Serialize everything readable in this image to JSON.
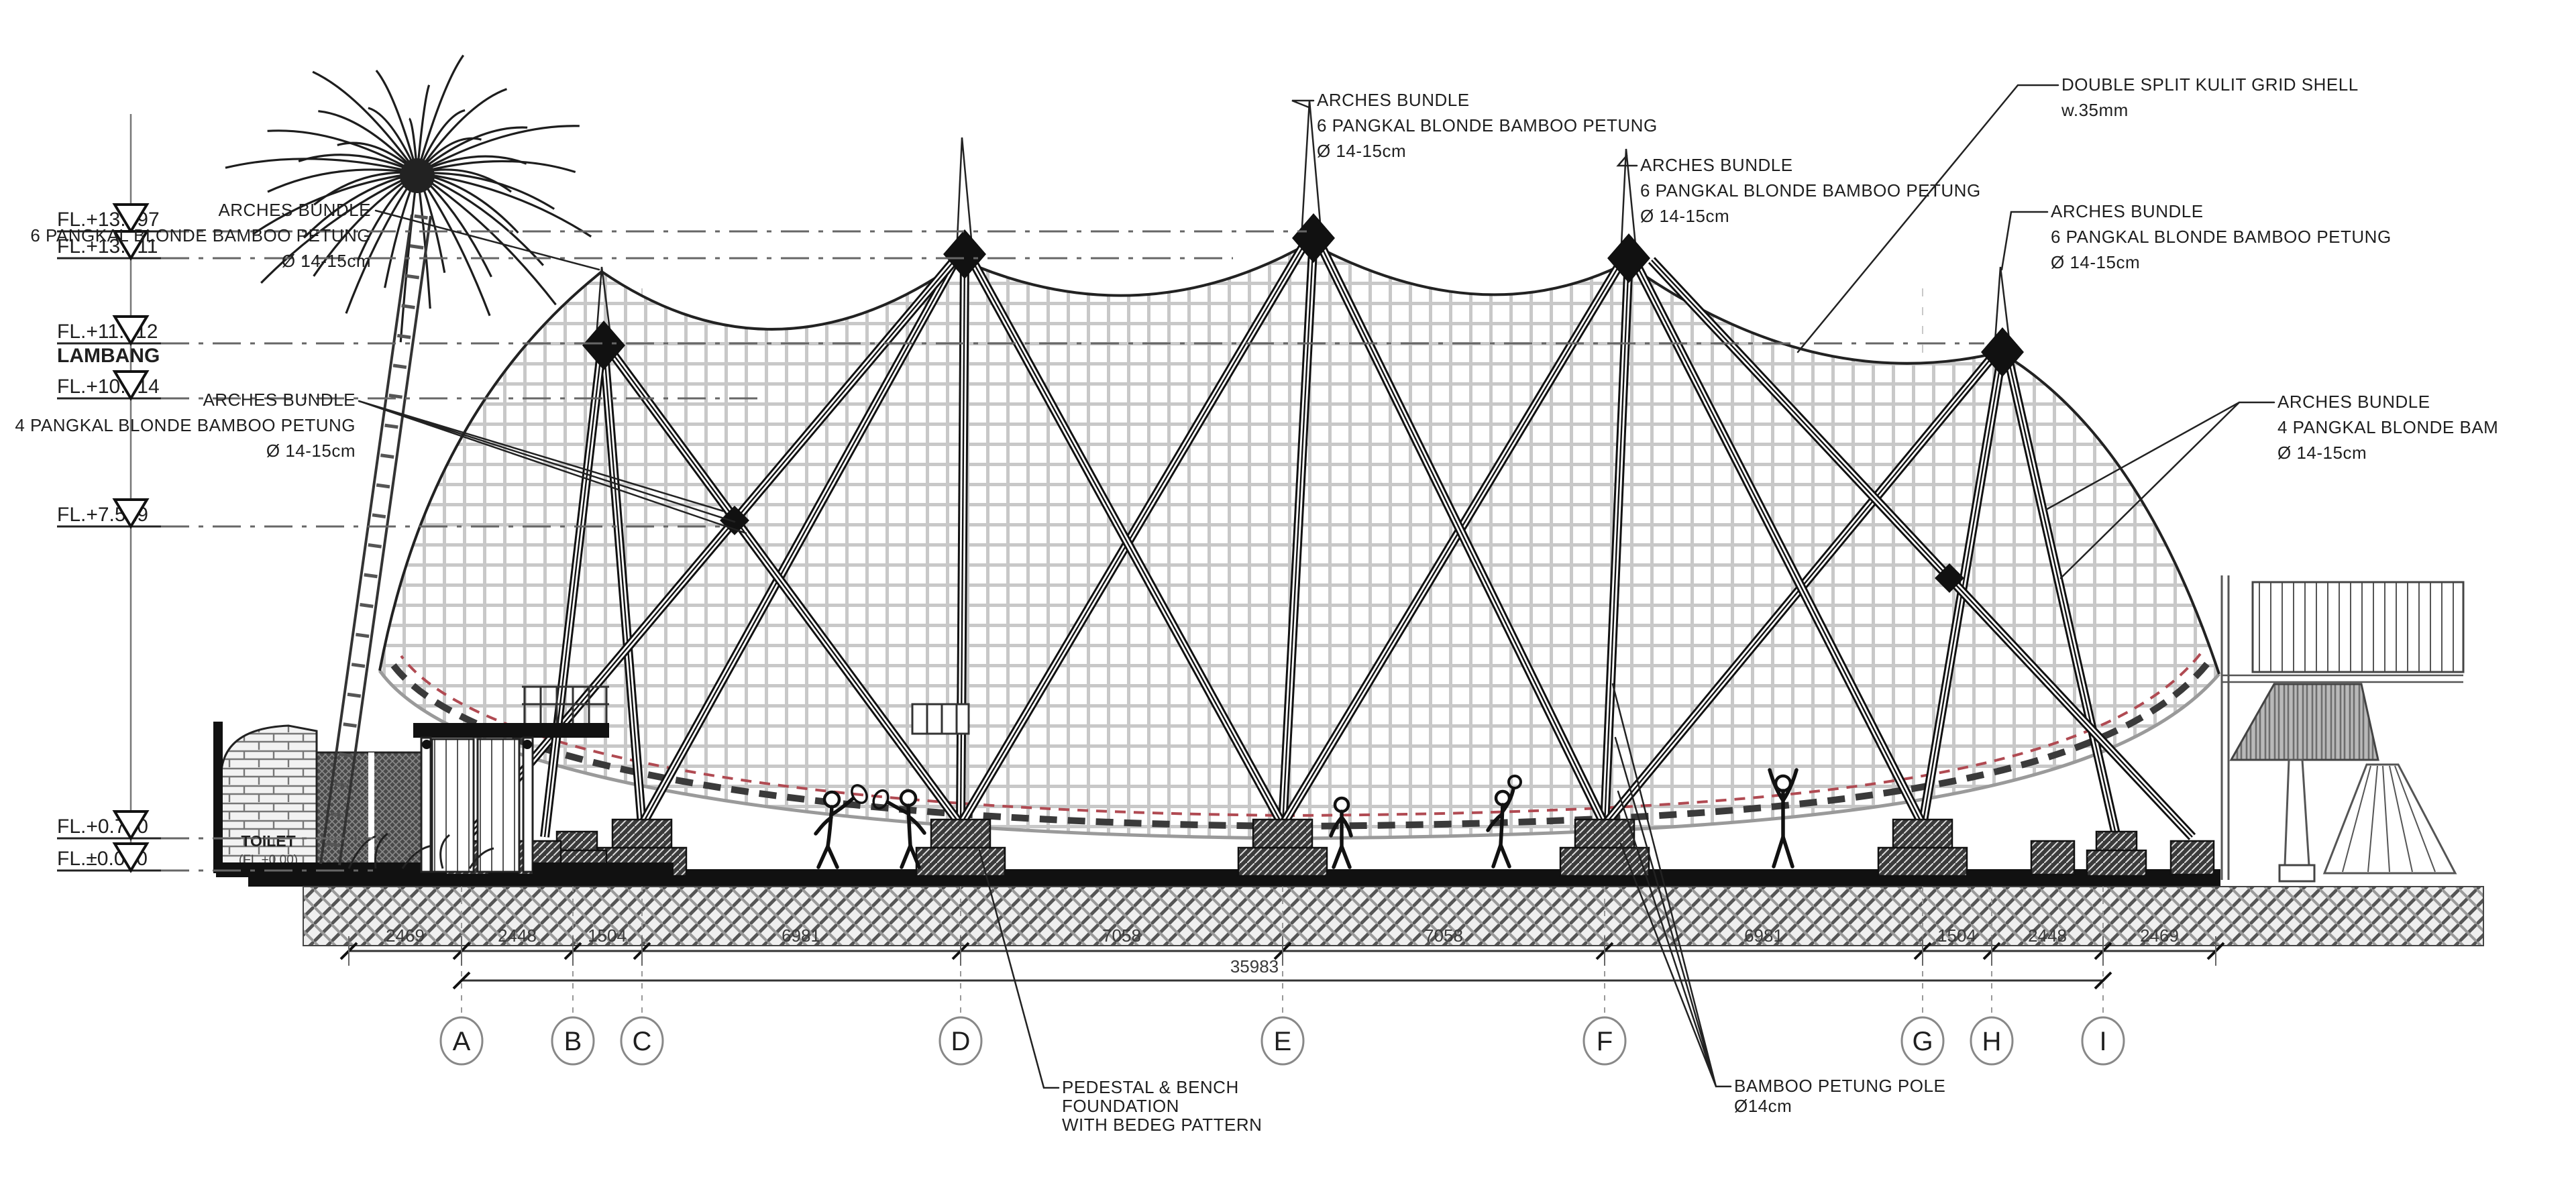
{
  "drawing_type": "bamboo gridshell pavilion section elevation",
  "levels": [
    {
      "label": "FL.+13.997"
    },
    {
      "label": "FL.+13.411"
    },
    {
      "label": "FL.+11.512",
      "sublabel": "LAMBANG"
    },
    {
      "label": "FL.+10.314"
    },
    {
      "label": "FL.+7.529"
    },
    {
      "label": "FL.+0.700"
    },
    {
      "label": "FL.±0.000"
    }
  ],
  "callouts": {
    "arches6_left": {
      "line1": "ARCHES BUNDLE",
      "line2": "6 PANGKAL BLONDE BAMBOO PETUNG",
      "line3": "Ø 14-15cm"
    },
    "arches6_top": {
      "line1": "ARCHES BUNDLE",
      "line2": "6 PANGKAL BLONDE BAMBOO PETUNG",
      "line3": "Ø 14-15cm"
    },
    "arches6_mid": {
      "line1": "ARCHES BUNDLE",
      "line2": "6 PANGKAL BLONDE BAMBOO PETUNG",
      "line3": "Ø 14-15cm"
    },
    "arches6_right": {
      "line1": "ARCHES BUNDLE",
      "line2": "6 PANGKAL BLONDE BAMBOO PETUNG",
      "line3": "Ø 14-15cm"
    },
    "arches4_left": {
      "line1": "ARCHES BUNDLE",
      "line2": "4 PANGKAL BLONDE BAMBOO PETUNG",
      "line3": "Ø 14-15cm"
    },
    "arches4_right": {
      "line1": "ARCHES BUNDLE",
      "line2": "4 PANGKAL BLONDE BAM",
      "line3": "Ø 14-15cm"
    },
    "gridshell": {
      "line1": "DOUBLE SPLIT KULIT GRID SHELL",
      "line2": "w.35mm"
    },
    "pedestal": {
      "line1": "PEDESTAL & BENCH",
      "line2": "FOUNDATION",
      "line3": "WITH BEDEG PATTERN"
    },
    "bamboo_pole": {
      "line1": "BAMBOO PETUNG POLE",
      "line2": "Ø14cm"
    }
  },
  "buildings": {
    "toilet": "TOILET",
    "toilet_level": "(FL.+0.00)"
  },
  "dimensions": {
    "segments": [
      "2469",
      "2448",
      "1504",
      "6981",
      "7058",
      "7058",
      "6981",
      "1504",
      "2448",
      "2469"
    ],
    "total": "35983"
  },
  "grid_bubbles": [
    "A",
    "B",
    "C",
    "D",
    "E",
    "F",
    "G",
    "H",
    "I"
  ],
  "colors": {
    "line": "#1a1a1a",
    "mesh_gray": "#c8c8c8",
    "red_dash": "#b04a52"
  }
}
